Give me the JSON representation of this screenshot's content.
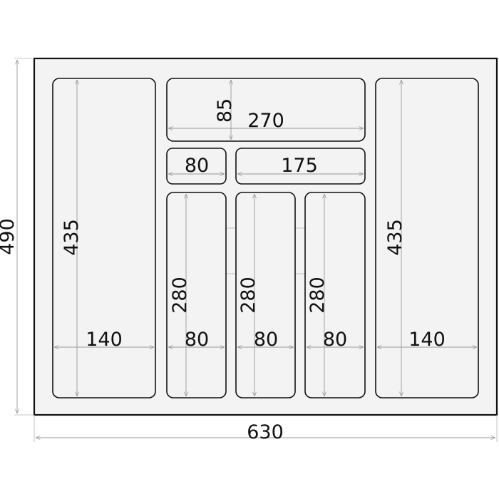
{
  "drawing": {
    "overall": {
      "width_label": "630",
      "height_label": "490"
    },
    "compartments": [
      {
        "id": "left-long",
        "width_label": "140",
        "height_label": "435"
      },
      {
        "id": "top-wide",
        "width_label": "270",
        "height_label": "85"
      },
      {
        "id": "mid-small",
        "width_label": "80"
      },
      {
        "id": "mid-wide",
        "width_label": "175"
      },
      {
        "id": "slot-1",
        "width_label": "80",
        "height_label": "280"
      },
      {
        "id": "slot-2",
        "width_label": "80",
        "height_label": "280"
      },
      {
        "id": "slot-3",
        "width_label": "80",
        "height_label": "280"
      },
      {
        "id": "right-long",
        "width_label": "140",
        "height_label": "435"
      }
    ]
  },
  "colors": {
    "line": "#111111",
    "fill": "#f3f3f3",
    "dimension_line": "#9a9a9a"
  }
}
